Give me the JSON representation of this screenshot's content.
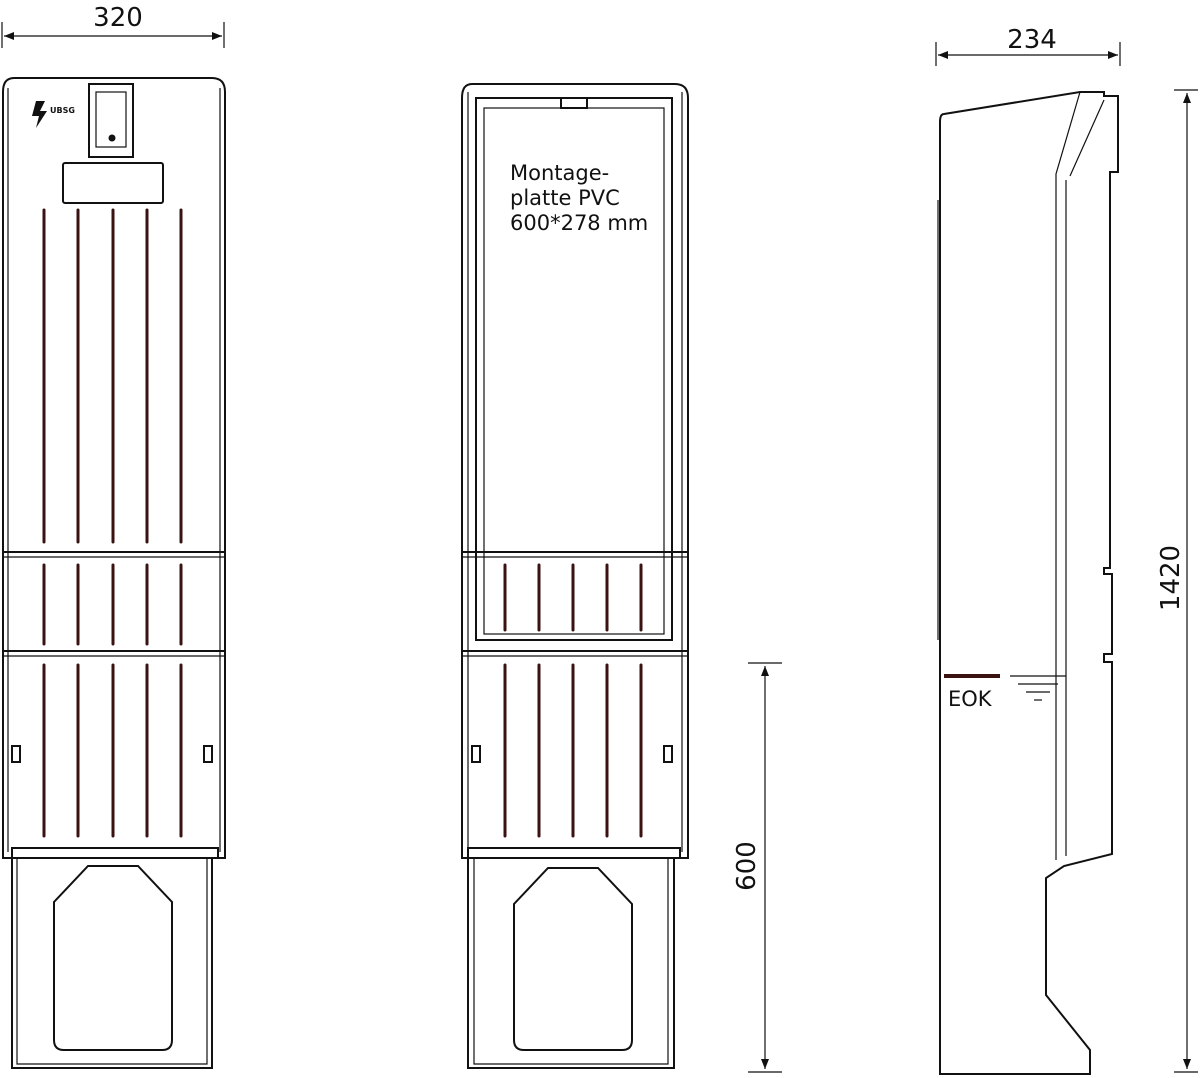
{
  "dimensions": {
    "front_width": "320",
    "side_depth": "234",
    "total_height": "1420",
    "buried_height": "600"
  },
  "labels": {
    "mounting_plate_line1": "Montage-",
    "mounting_plate_line2": "platte PVC",
    "mounting_plate_line3": "600*278 mm",
    "ground_level": "EOK",
    "logo": "UBSG"
  },
  "colors": {
    "line": "#111111",
    "rib": "#3a1212",
    "ground_marker": "#3a1212"
  }
}
